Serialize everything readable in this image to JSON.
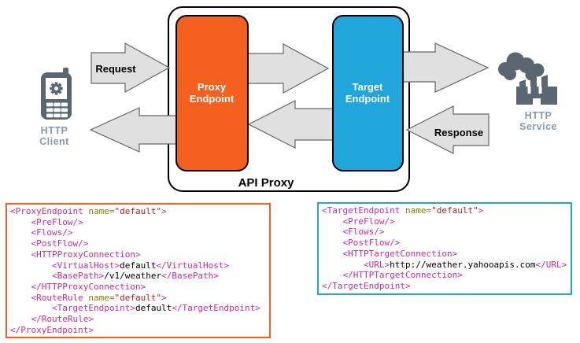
{
  "diagram": {
    "api_proxy_label": "API Proxy",
    "request_label": "Request",
    "response_label": "Response",
    "proxy_endpoint": {
      "line1": "Proxy",
      "line2": "Endpoint",
      "color": "#F4601E"
    },
    "target_endpoint": {
      "line1": "Target",
      "line2": "Endpoint",
      "color": "#20A6DA"
    },
    "http_client": {
      "line1": "HTTP",
      "line2": "Client"
    },
    "http_service": {
      "line1": "HTTP",
      "line2": "Service"
    },
    "arrow_fill": "#E0E0E0",
    "icon_color": "#5A6771",
    "icon_label_color": "#8C99A3"
  },
  "syntax_colors": {
    "tag": "#CB2C92",
    "attr": "#808000",
    "val": "#B22222",
    "text": "#000000"
  },
  "code_blocks": [
    {
      "name": "proxy-endpoint-xml",
      "border_color": "#F4601E",
      "lines": [
        [
          [
            "tag",
            "<ProxyEndpoint"
          ],
          [
            "text",
            " "
          ],
          [
            "attr",
            "name="
          ],
          [
            "val",
            "\"default\""
          ],
          [
            "tag",
            ">"
          ]
        ],
        [
          [
            "text",
            "    "
          ],
          [
            "tag",
            "<PreFlow/>"
          ]
        ],
        [
          [
            "text",
            "    "
          ],
          [
            "tag",
            "<Flows/>"
          ]
        ],
        [
          [
            "text",
            "    "
          ],
          [
            "tag",
            "<PostFlow/>"
          ]
        ],
        [
          [
            "text",
            "    "
          ],
          [
            "tag",
            "<HTTPProxyConnection>"
          ]
        ],
        [
          [
            "text",
            "        "
          ],
          [
            "tag",
            "<VirtualHost>"
          ],
          [
            "text",
            "default"
          ],
          [
            "tag",
            "</VirtualHost>"
          ]
        ],
        [
          [
            "text",
            "        "
          ],
          [
            "tag",
            "<BasePath>"
          ],
          [
            "text",
            "/v1/weather"
          ],
          [
            "tag",
            "</BasePath>"
          ]
        ],
        [
          [
            "text",
            "    "
          ],
          [
            "tag",
            "</HTTPProxyConnection>"
          ]
        ],
        [
          [
            "text",
            "    "
          ],
          [
            "tag",
            "<RouteRule"
          ],
          [
            "text",
            " "
          ],
          [
            "attr",
            "name="
          ],
          [
            "val",
            "\"default\""
          ],
          [
            "tag",
            ">"
          ]
        ],
        [
          [
            "text",
            "        "
          ],
          [
            "tag",
            "<TargetEndpoint>"
          ],
          [
            "text",
            "default"
          ],
          [
            "tag",
            "</TargetEndpoint>"
          ]
        ],
        [
          [
            "text",
            "    "
          ],
          [
            "tag",
            "</RouteRule>"
          ]
        ],
        [
          [
            "tag",
            "</ProxyEndpoint>"
          ]
        ]
      ]
    },
    {
      "name": "target-endpoint-xml",
      "border_color": "#20A6DA",
      "lines": [
        [
          [
            "tag",
            "<TargetEndpoint"
          ],
          [
            "text",
            " "
          ],
          [
            "attr",
            "name="
          ],
          [
            "val",
            "\"default\""
          ],
          [
            "tag",
            ">"
          ]
        ],
        [
          [
            "text",
            "    "
          ],
          [
            "tag",
            "<PreFlow/>"
          ]
        ],
        [
          [
            "text",
            "    "
          ],
          [
            "tag",
            "<Flows/>"
          ]
        ],
        [
          [
            "text",
            "    "
          ],
          [
            "tag",
            "<PostFlow/>"
          ]
        ],
        [
          [
            "text",
            "    "
          ],
          [
            "tag",
            "<HTTPTargetConnection>"
          ]
        ],
        [
          [
            "text",
            "        "
          ],
          [
            "tag",
            "<URL>"
          ],
          [
            "text",
            "http://weather.yahooapis.com"
          ],
          [
            "tag",
            "</URL>"
          ]
        ],
        [
          [
            "text",
            "    "
          ],
          [
            "tag",
            "</HTTPTargetConnection>"
          ]
        ],
        [
          [
            "tag",
            "</TargetEndpoint>"
          ]
        ]
      ]
    }
  ]
}
